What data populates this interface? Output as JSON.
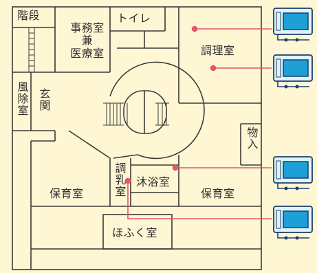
{
  "rooms": {
    "stairs": "階段",
    "office": "事務室\n兼\n医療室",
    "toilet": "トイレ",
    "kitchen": "調理室",
    "windbreak": "風除室",
    "entrance": "玄関",
    "storage": "物入",
    "milk_prep": "調乳室",
    "bath": "沐浴室",
    "nursery_left": "保育室",
    "nursery_right": "保育室",
    "clothing": "ほふく室"
  },
  "colors": {
    "background": "#fff6d4",
    "wall": "#3a3a3a",
    "callout": "#e2556a",
    "device_body": "#dff3f7",
    "device_screen": "#1e9fd6",
    "device_outline": "#1b3d6e"
  },
  "devices": [
    {
      "id": "monitor-1",
      "icon": "intercom-monitor-icon"
    },
    {
      "id": "monitor-2",
      "icon": "intercom-monitor-icon"
    },
    {
      "id": "monitor-3",
      "icon": "intercom-monitor-icon"
    },
    {
      "id": "monitor-4",
      "icon": "intercom-monitor-icon"
    }
  ]
}
